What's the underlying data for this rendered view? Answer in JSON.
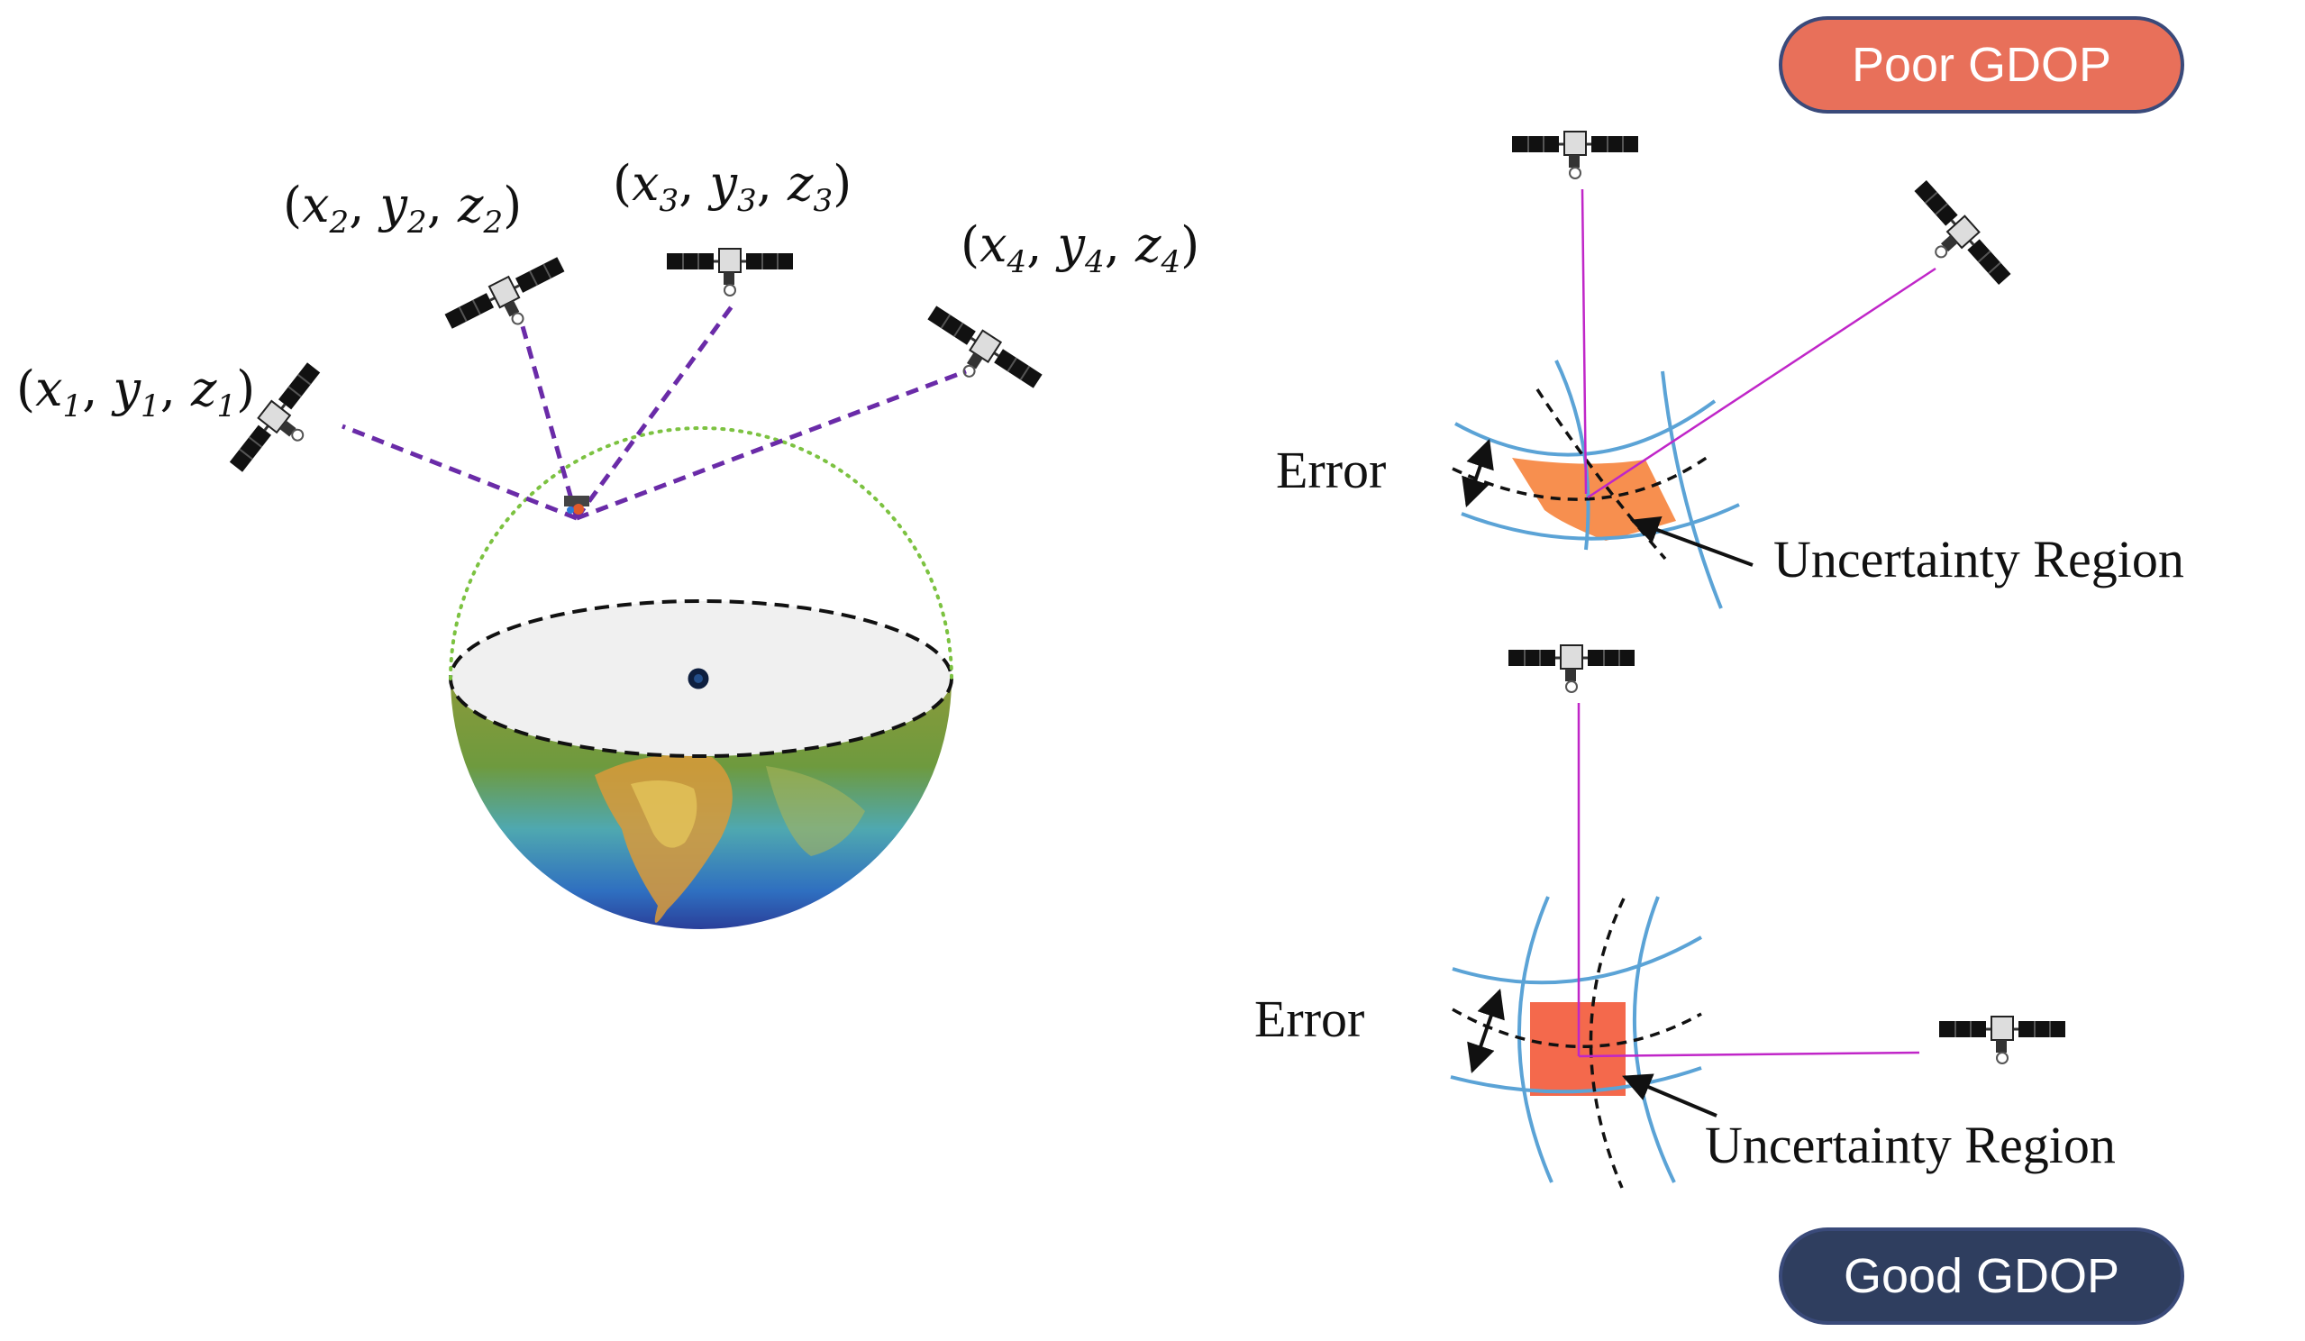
{
  "colors": {
    "poor_badge": "#E8705A",
    "good_badge": "#2F3E5F",
    "badge_border": "#3A4A7A",
    "range_arc": "#5BA3D6",
    "sight_line": "#C026C8",
    "region_poor": "#F78F4F",
    "region_good": "#F4694C",
    "link_dashed": "#6A2BA8",
    "orbit_dotted": "#7CC241"
  },
  "left": {
    "satellites": [
      {
        "x": "x",
        "y": "y",
        "z": "z",
        "sub": "1"
      },
      {
        "x": "x",
        "y": "y",
        "z": "z",
        "sub": "2"
      },
      {
        "x": "x",
        "y": "y",
        "z": "z",
        "sub": "3"
      },
      {
        "x": "x",
        "y": "y",
        "z": "z",
        "sub": "4"
      }
    ]
  },
  "poor": {
    "badge": "Poor GDOP",
    "error_label": "Error",
    "region_label": "Uncertainty Region"
  },
  "good": {
    "badge": "Good GDOP",
    "error_label": "Error",
    "region_label": "Uncertainty Region"
  }
}
